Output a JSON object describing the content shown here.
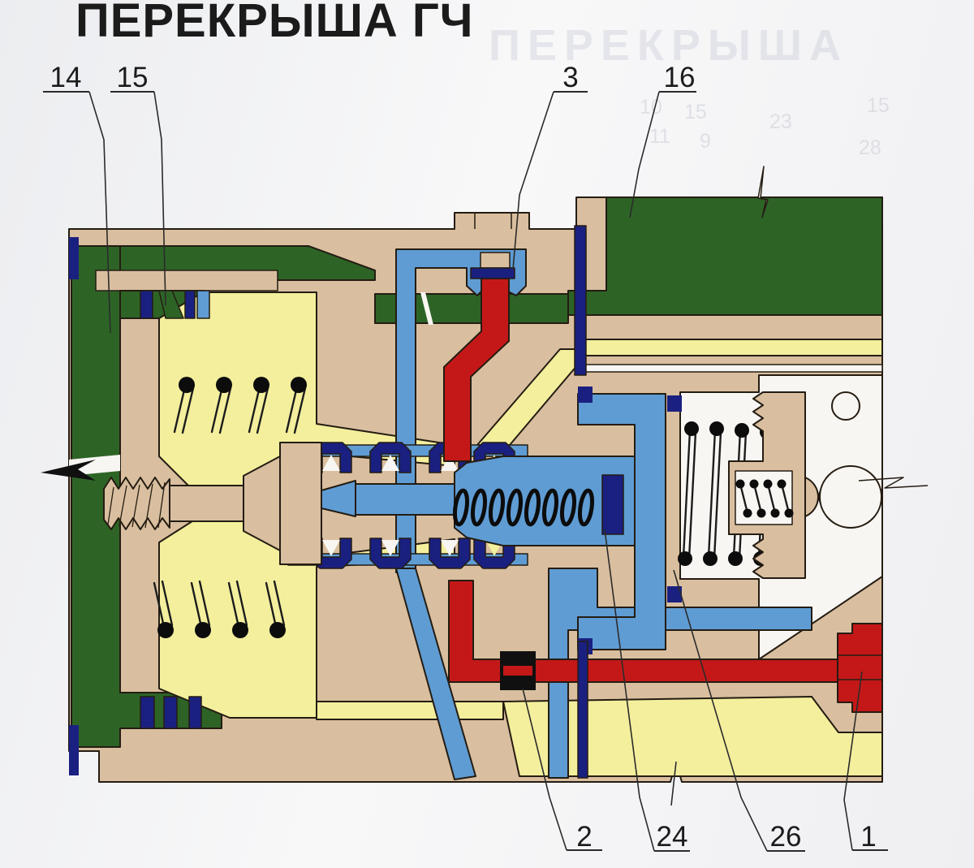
{
  "title": "ПЕРЕКРЫША ГЧ",
  "ghost": {
    "heading": "ПЕРЕКРЫША",
    "numbers": [
      "10",
      "15",
      "11",
      "9",
      "23",
      "15",
      "28"
    ]
  },
  "callouts": [
    {
      "label": "14"
    },
    {
      "label": "15"
    },
    {
      "label": "3"
    },
    {
      "label": "16"
    },
    {
      "label": "2"
    },
    {
      "label": "24"
    },
    {
      "label": "26"
    },
    {
      "label": "1"
    }
  ],
  "palette": {
    "paper": "#ecedf0",
    "paper2": "#f8f8f9",
    "ink": "#241c12",
    "line": "#2b2b2b",
    "tan": "#d9bf9f",
    "green": "#2d6426",
    "yellow": "#f3ef9d",
    "blue": "#5f9cd4",
    "navy": "#1a2080",
    "red": "#c41818",
    "white": "#f8f6f2",
    "black": "#101010",
    "label": "#1b1b1b",
    "ghost": "#bfc2cf"
  }
}
